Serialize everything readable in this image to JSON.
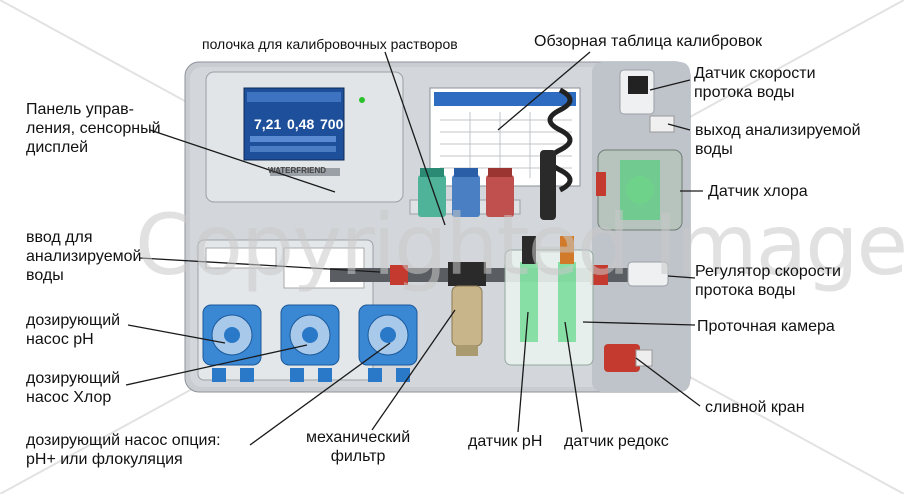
{
  "watermark": "Copyrighted Image",
  "labels": {
    "calib_shelf": "полочка для калибровочных растворов",
    "calib_table": "Обзорная таблица калибровок",
    "control_panel": "Панель управ-\nления, сенсорный\nдисплей",
    "flow_speed_sensor": "Датчик скорости\nпротока воды",
    "water_out": "выход анализируемой\nводы",
    "chlorine_sensor": "Датчик хлора",
    "water_in": "ввод для\nанализируемой\nводы",
    "flow_regulator": "Регулятор скорости\nпротока воды",
    "pump_ph": "дозирующий\nнасос pH",
    "flow_cell": "Проточная камера",
    "pump_chlorine": "дозирующий\nнасос Хлор",
    "drain_valve": "сливной кран",
    "pump_option": "дозирующий насос опция:\npH+ или флокуляция",
    "mech_filter": "механический\nфильтр",
    "ph_sensor": "датчик pH",
    "redox_sensor": "датчик редокс"
  },
  "screen": {
    "value_ph": "7,21",
    "value_cl": "0,48",
    "value_redox": "700",
    "brand": "WATERFRIEND"
  },
  "colors": {
    "panel": "#c9cdd2",
    "screen": "#1d4f9a",
    "pump": "#2a78c8",
    "leader": "#1a1a1a"
  }
}
